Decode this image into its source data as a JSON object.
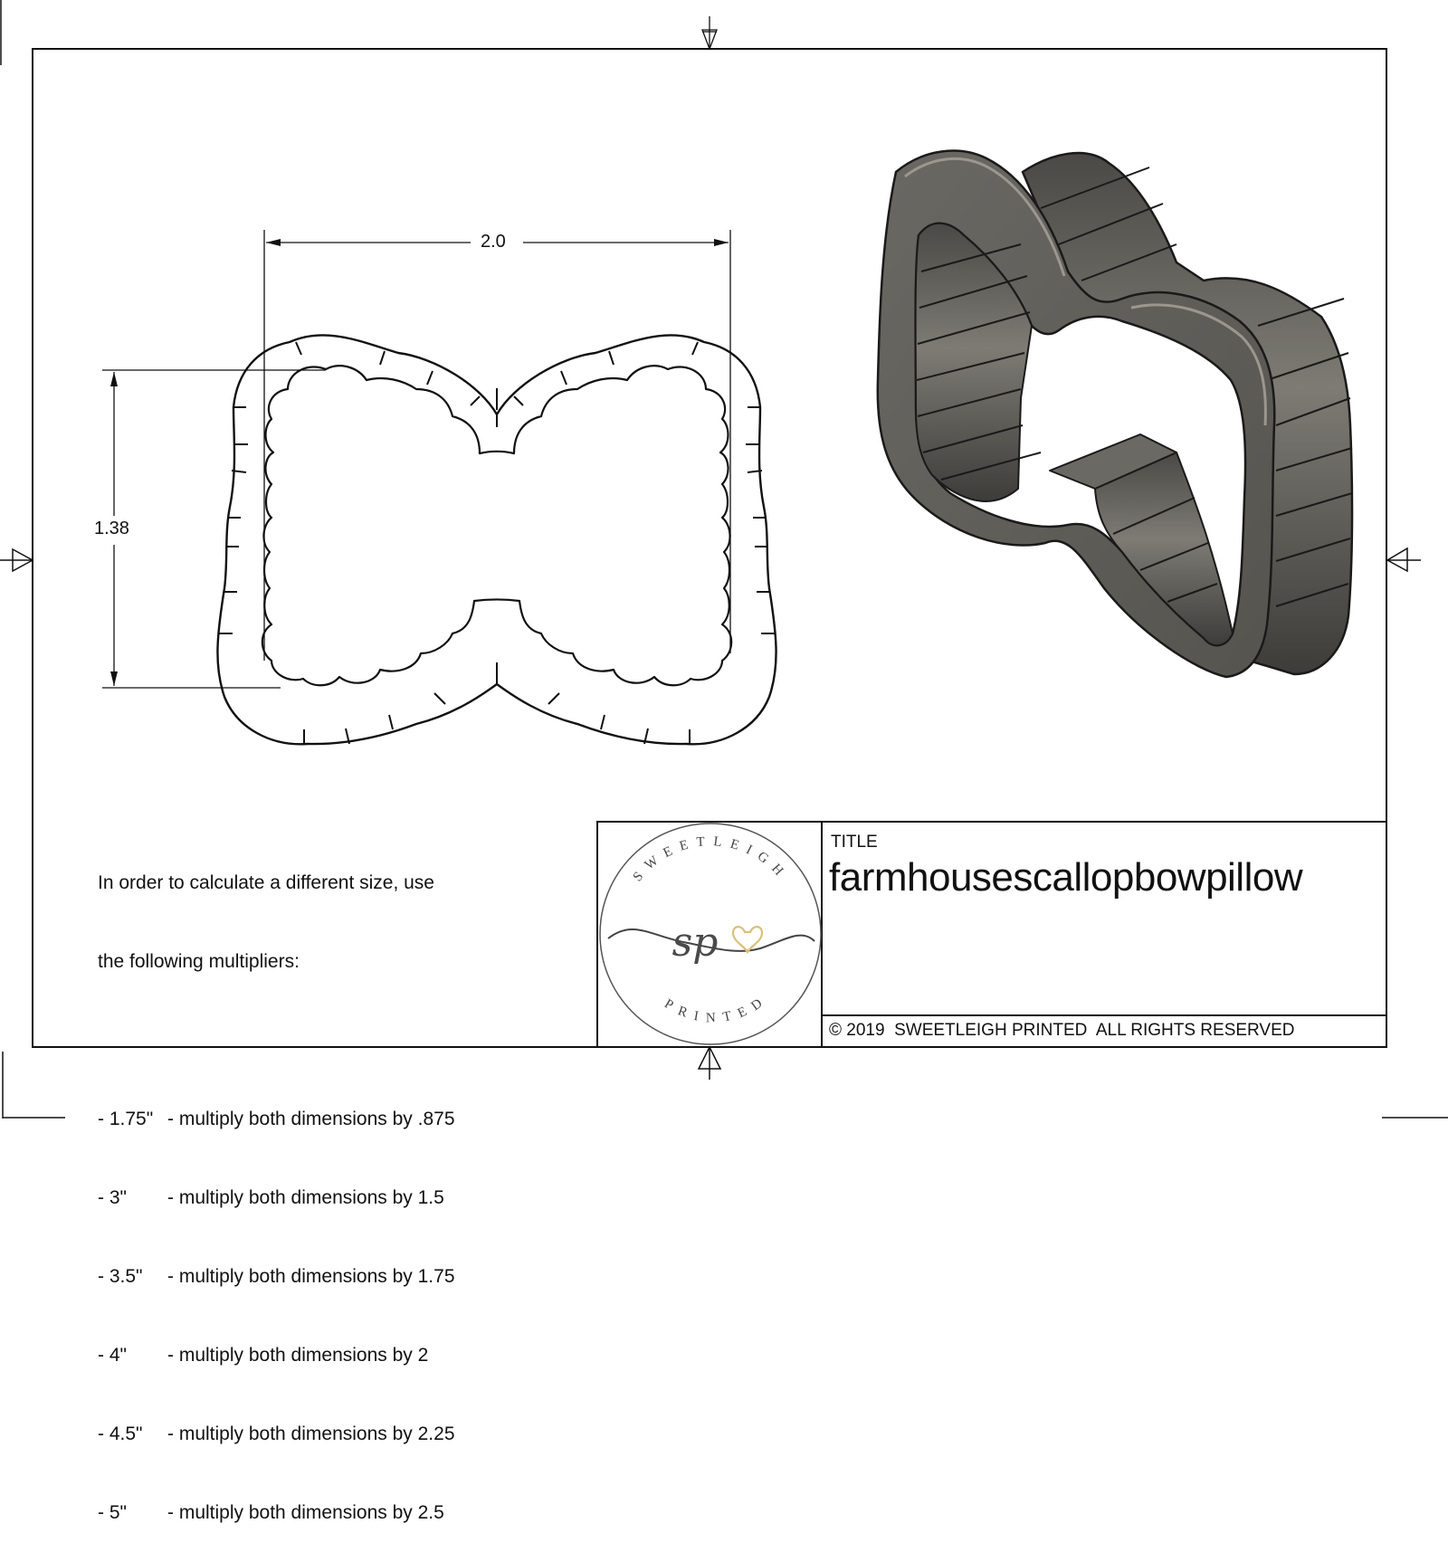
{
  "drawing": {
    "dimensions": {
      "width_label": "2.0",
      "height_label": "1.38"
    },
    "views": {
      "top_view": "bow-outline-2d",
      "iso_view": "bow-cutter-3d"
    }
  },
  "notes": {
    "intro_line1": "In order to calculate a different size, use",
    "intro_line2": "the following multipliers:",
    "multipliers": [
      {
        "size": "- 1.75\"",
        "text": "- multiply both dimensions by .875"
      },
      {
        "size": "- 3\"",
        "text": "- multiply both dimensions by 1.5"
      },
      {
        "size": "- 3.5\"",
        "text": "- multiply both dimensions by 1.75"
      },
      {
        "size": "- 4\"",
        "text": "- multiply both dimensions by 2"
      },
      {
        "size": "- 4.5\"",
        "text": "- multiply both dimensions by 2.25"
      },
      {
        "size": "- 5\"",
        "text": "- multiply both dimensions by 2.5"
      }
    ]
  },
  "title_block": {
    "logo": {
      "top_text": "SWEETLEIGH",
      "bottom_text": "PRINTED",
      "monogram": "sp",
      "heart_color": "#d9c07a"
    },
    "title_label": "TITLE",
    "title_value": "farmhousescallopbowpillow",
    "copyright": "© 2019  SWEETLEIGH PRINTED  ALL RIGHTS RESERVED"
  },
  "colors": {
    "line": "#111111",
    "model_fill": "#5e5d58",
    "model_dark": "#3a3a37",
    "model_light": "#8a877f"
  }
}
